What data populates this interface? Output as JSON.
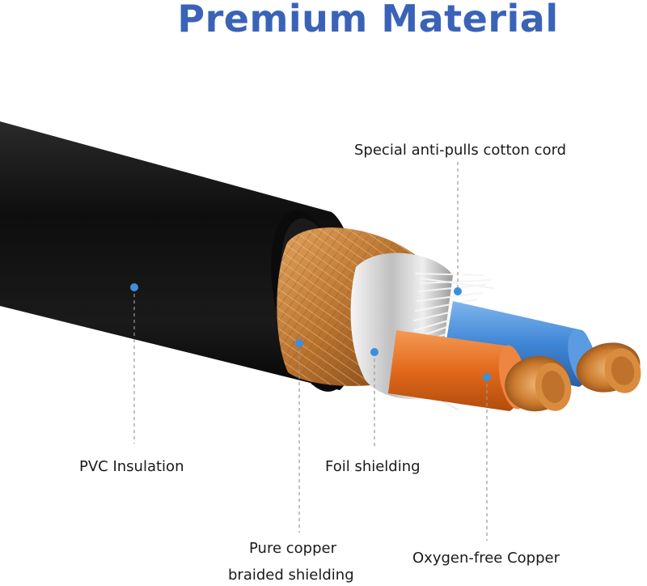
{
  "title": "Premium Material",
  "labels": {
    "cotton_cord": "Special anti-pulls cotton cord",
    "pvc": "PVC Insulation",
    "foil": "Foil shielding",
    "braid_line1": "Pure copper",
    "braid_line2": "braided shielding",
    "oxygen_copper": "Oxygen-free Copper"
  },
  "colors": {
    "title": "#3a63b8",
    "marker": "#3a8fe0",
    "jacket": "#121212",
    "braid": "#c9843e",
    "foil": "#d8d8d8",
    "core_blue": "#3f86d6",
    "core_orange": "#e2691c",
    "copper": "#c9792e"
  }
}
